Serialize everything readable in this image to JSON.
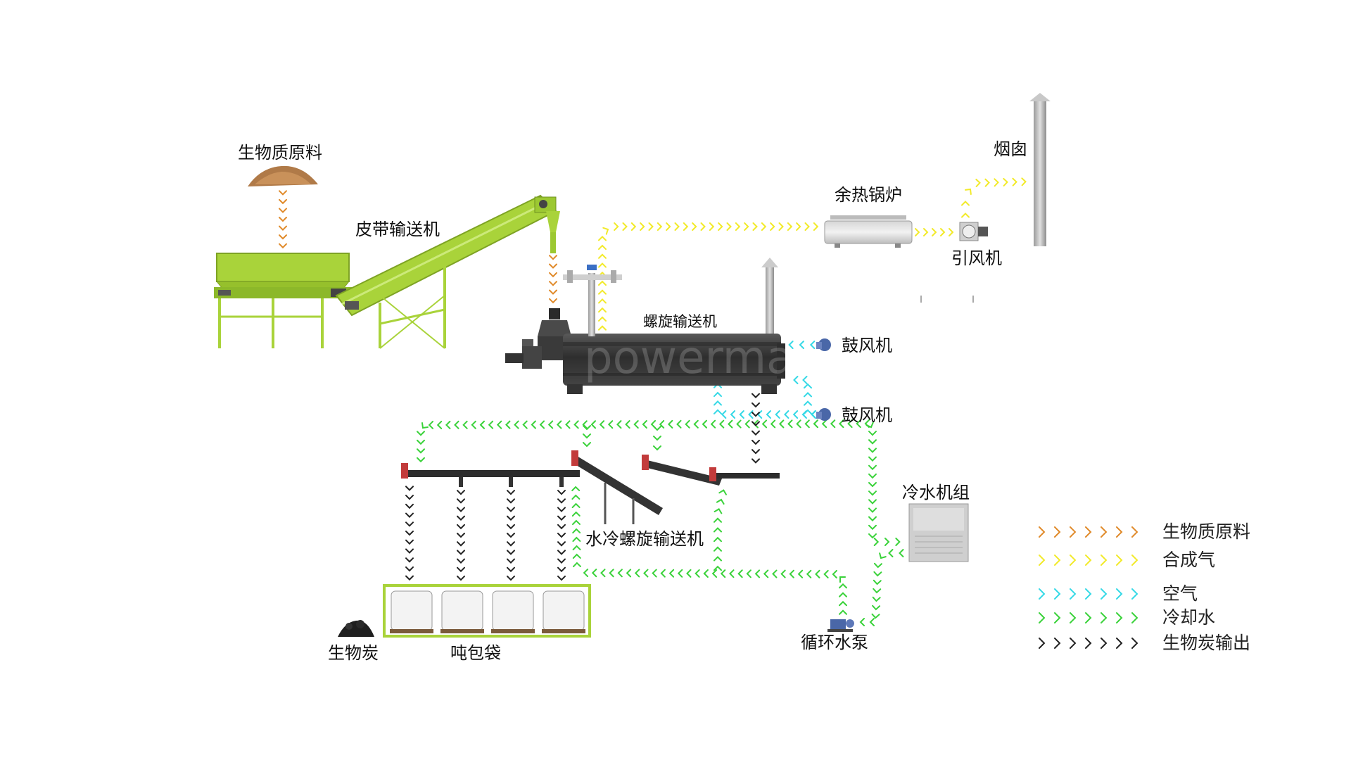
{
  "labels": {
    "biomass": "生物质原料",
    "belt_conveyor": "皮带输送机",
    "waste_heat_boiler": "余热锅炉",
    "chimney": "烟囱",
    "induced_fan": "引风机",
    "screw_conveyor": "螺旋输送机",
    "blower_1": "鼓风机",
    "blower_2": "鼓风机",
    "chiller": "冷水机组",
    "water_screw_conveyor": "水冷螺旋输送机",
    "biochar": "生物炭",
    "ton_bag": "吨包袋",
    "circulating_pump": "循环水泵",
    "watermark": "powerma"
  },
  "legend": [
    {
      "label": "生物质原料",
      "color": "#e08a2a"
    },
    {
      "label": "合成气",
      "color": "#f2ea2a"
    },
    {
      "label": "空气",
      "color": "#36d9e6"
    },
    {
      "label": "冷却水",
      "color": "#3ad23a"
    },
    {
      "label": "生物炭输出",
      "color": "#222222"
    }
  ],
  "colors": {
    "machine_green": "#a9d33a",
    "kiln_dark": "#3b3b3b",
    "steel_grey": "#b9b9b9",
    "bag_frame": "#a9d33a"
  }
}
